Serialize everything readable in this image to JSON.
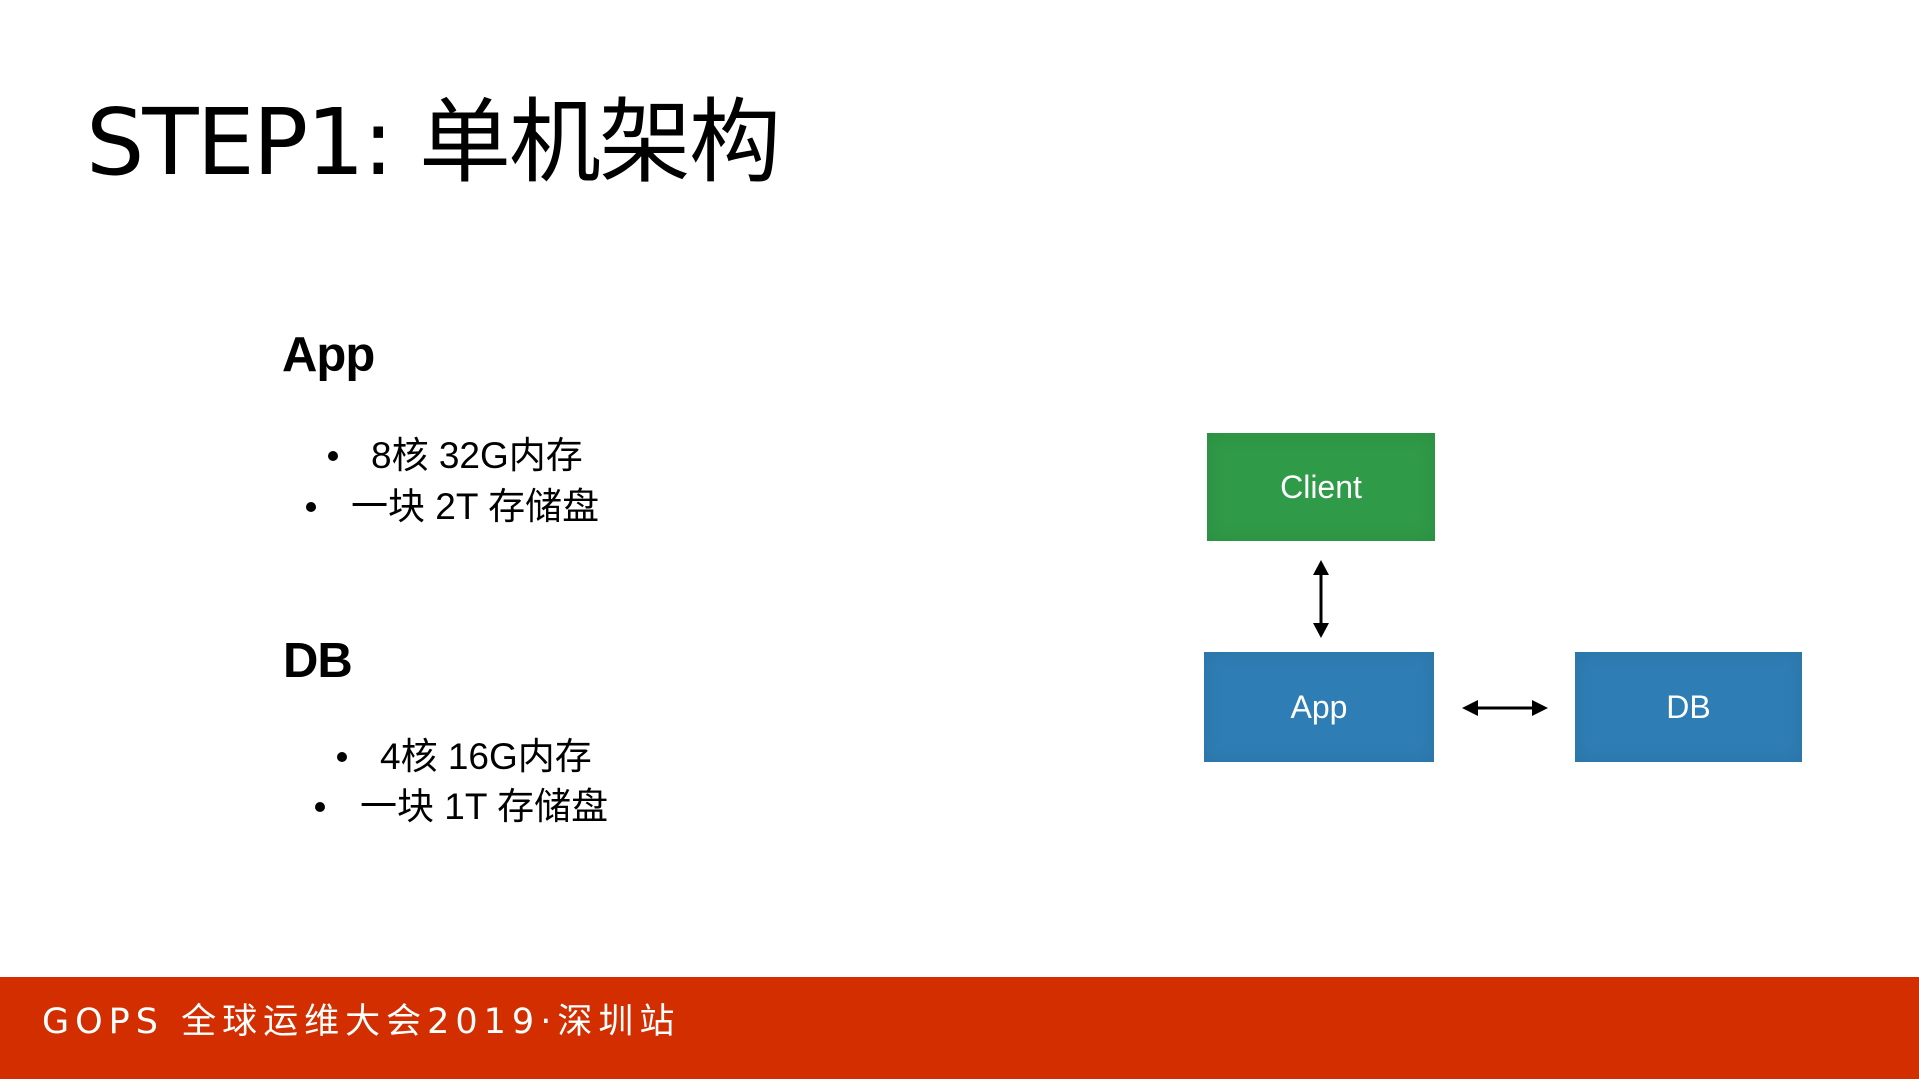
{
  "slide": {
    "title": "STEP1: 单机架构"
  },
  "specs": {
    "app": {
      "heading": "App",
      "bullets": [
        "8核 32G内存",
        "一块 2T 存储盘"
      ]
    },
    "db": {
      "heading": "DB",
      "bullets": [
        "4核 16G内存",
        "一块 1T 存储盘"
      ]
    }
  },
  "diagram": {
    "nodes": [
      {
        "id": "client",
        "label": "Client",
        "color": "#2f9a47"
      },
      {
        "id": "app",
        "label": "App",
        "color": "#2e7db4"
      },
      {
        "id": "db",
        "label": "DB",
        "color": "#2e7db4"
      }
    ],
    "edges": [
      {
        "from": "client",
        "to": "app",
        "direction": "bidirectional"
      },
      {
        "from": "app",
        "to": "db",
        "direction": "bidirectional"
      }
    ]
  },
  "footer": {
    "text": "GOPS 全球运维大会2019·深圳站",
    "color": "#d22e00"
  }
}
